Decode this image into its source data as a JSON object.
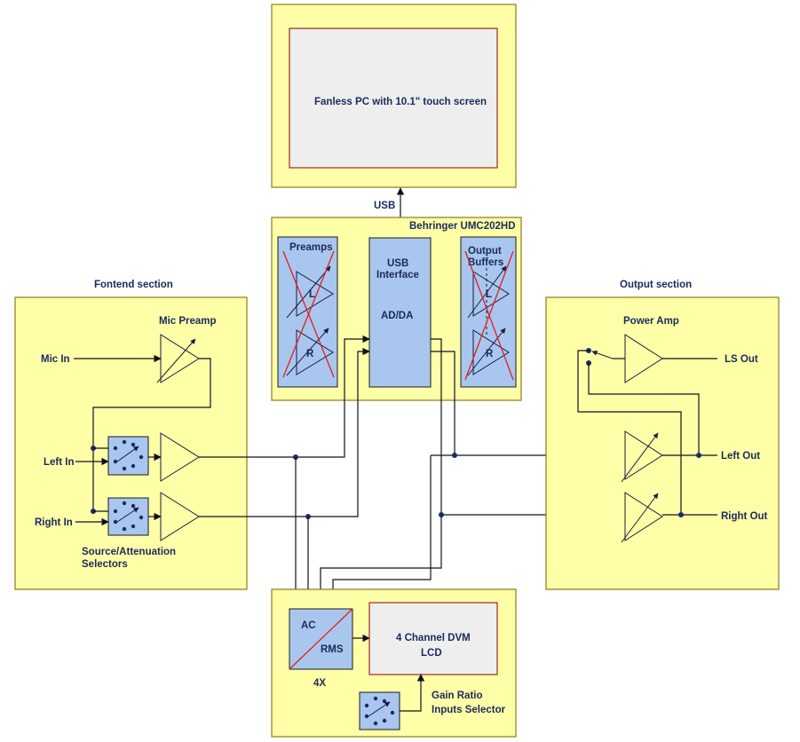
{
  "pc": {
    "label": "Fanless PC with 10.1\" touch screen"
  },
  "usb_label": "USB",
  "interface": {
    "title": "Behringer UMC202HD",
    "preamps": "Preamps",
    "usb_interface_line1": "USB",
    "usb_interface_line2": "Interface",
    "adda": "AD/DA",
    "output_buffers_line1": "Output",
    "output_buffers_line2": "Buffers",
    "ch_l": "L",
    "ch_r": "R"
  },
  "frontend": {
    "title": "Fontend section",
    "mic_preamp": "Mic Preamp",
    "mic_in": "Mic In",
    "left_in": "Left In",
    "right_in": "Right In",
    "selectors_line1": "Source/Attenuation",
    "selectors_line2": "Selectors"
  },
  "output": {
    "title": "Output section",
    "power_amp": "Power Amp",
    "ls_out": "LS Out",
    "left_out": "Left Out",
    "right_out": "Right Out"
  },
  "meter": {
    "ac": "AC",
    "rms": "RMS",
    "channels": "4X",
    "dvm_line1": "4 Channel DVM",
    "dvm_line2": "LCD",
    "gain_line1": "Gain Ratio",
    "gain_line2": "Inputs Selector"
  },
  "colors": {
    "section_fill": "#ffffa8",
    "block_fill": "#a9c6ee",
    "cross_out": "#e0201c",
    "label_text": "#1a2a5a"
  }
}
